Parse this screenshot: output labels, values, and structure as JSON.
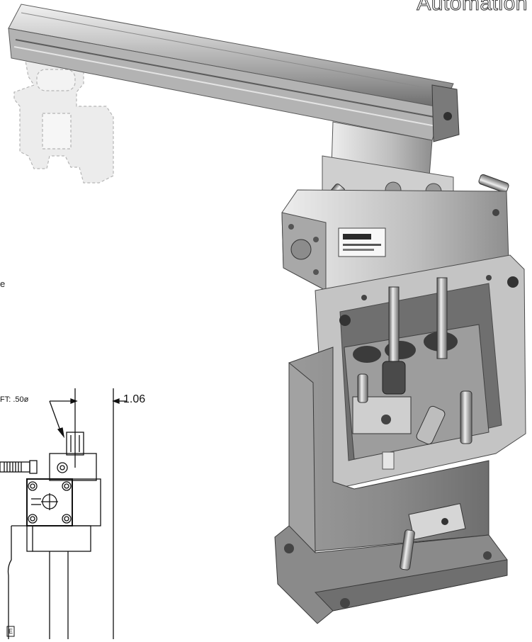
{
  "brand": {
    "text": "Automation"
  },
  "drawing": {
    "shaft_label": "FT: .50ø",
    "width_label": "1.06",
    "side_fragment": "e",
    "corner_mark": "E"
  },
  "icons": {
    "gripper_ghost": "gripper-icon",
    "arm": "linear-slide-arm",
    "base": "mounting-base"
  },
  "colors": {
    "metal_light": "#d9d9d9",
    "metal_mid": "#a9a9a9",
    "metal_dark": "#6f6f6f",
    "base": "#8e8e8e",
    "ghost": "#ececec"
  }
}
